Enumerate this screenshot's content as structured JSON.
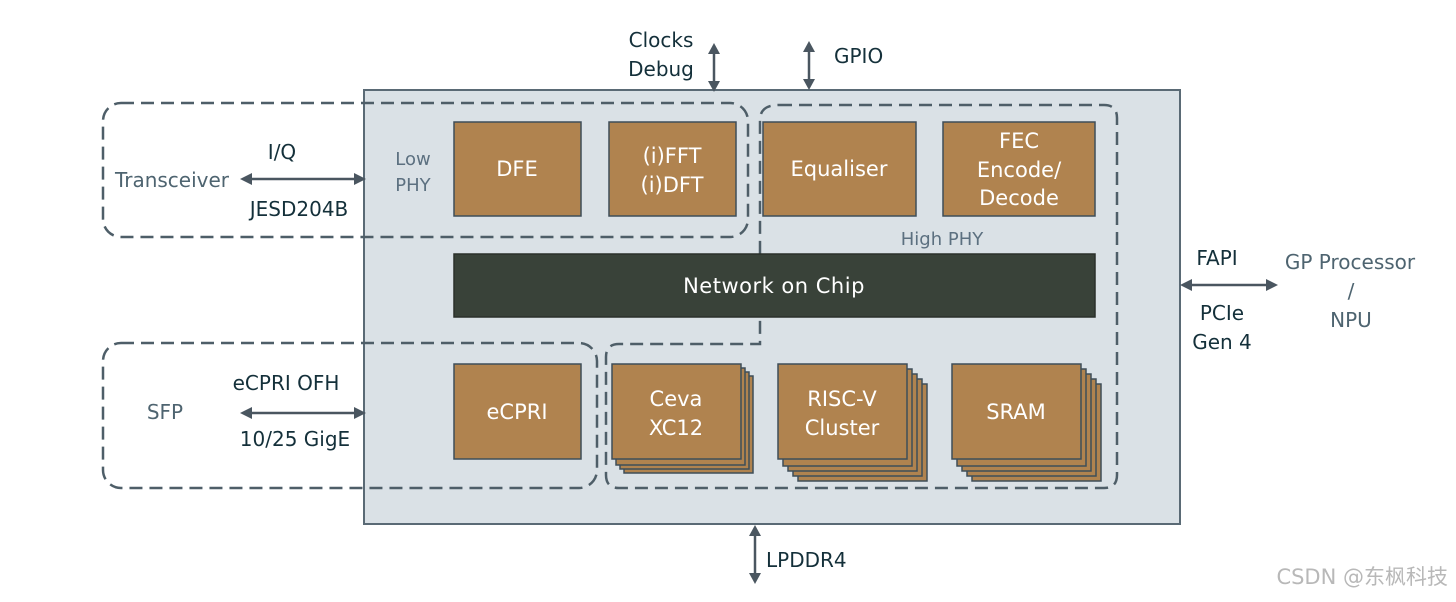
{
  "external": {
    "clocks": "Clocks",
    "debug": "Debug",
    "gpio": "GPIO",
    "lpddr4": "LPDDR4",
    "transceiver": "Transceiver",
    "iq": "I/Q",
    "jesd": "JESD204B",
    "sfp": "SFP",
    "ecpri_ofh": "eCPRI OFH",
    "gige": "10/25 GigE",
    "fapi": "FAPI",
    "pcie": "PCIe",
    "gen4": "Gen 4",
    "gp_processor": "GP Processor",
    "slash": "/",
    "npu": "NPU"
  },
  "chip": {
    "low_phy": "Low",
    "low_phy_2": "PHY",
    "high_phy": "High PHY",
    "noc": "Network on Chip",
    "blocks": {
      "dfe": "DFE",
      "fft": "(i)FFT",
      "dft": "(i)DFT",
      "equaliser": "Equaliser",
      "fec_1": "FEC",
      "fec_2": "Encode/",
      "fec_3": "Decode",
      "ecpri": "eCPRI",
      "ceva_1": "Ceva",
      "ceva_2": "XC12",
      "riscv_1": "RISC-V",
      "riscv_2": "Cluster",
      "sram": "SRAM"
    }
  },
  "watermark": "CSDN @东枫科技",
  "colors": {
    "chip_background": "#dae1e6",
    "block_fill": "#b0834f",
    "noc_fill": "#394239"
  }
}
